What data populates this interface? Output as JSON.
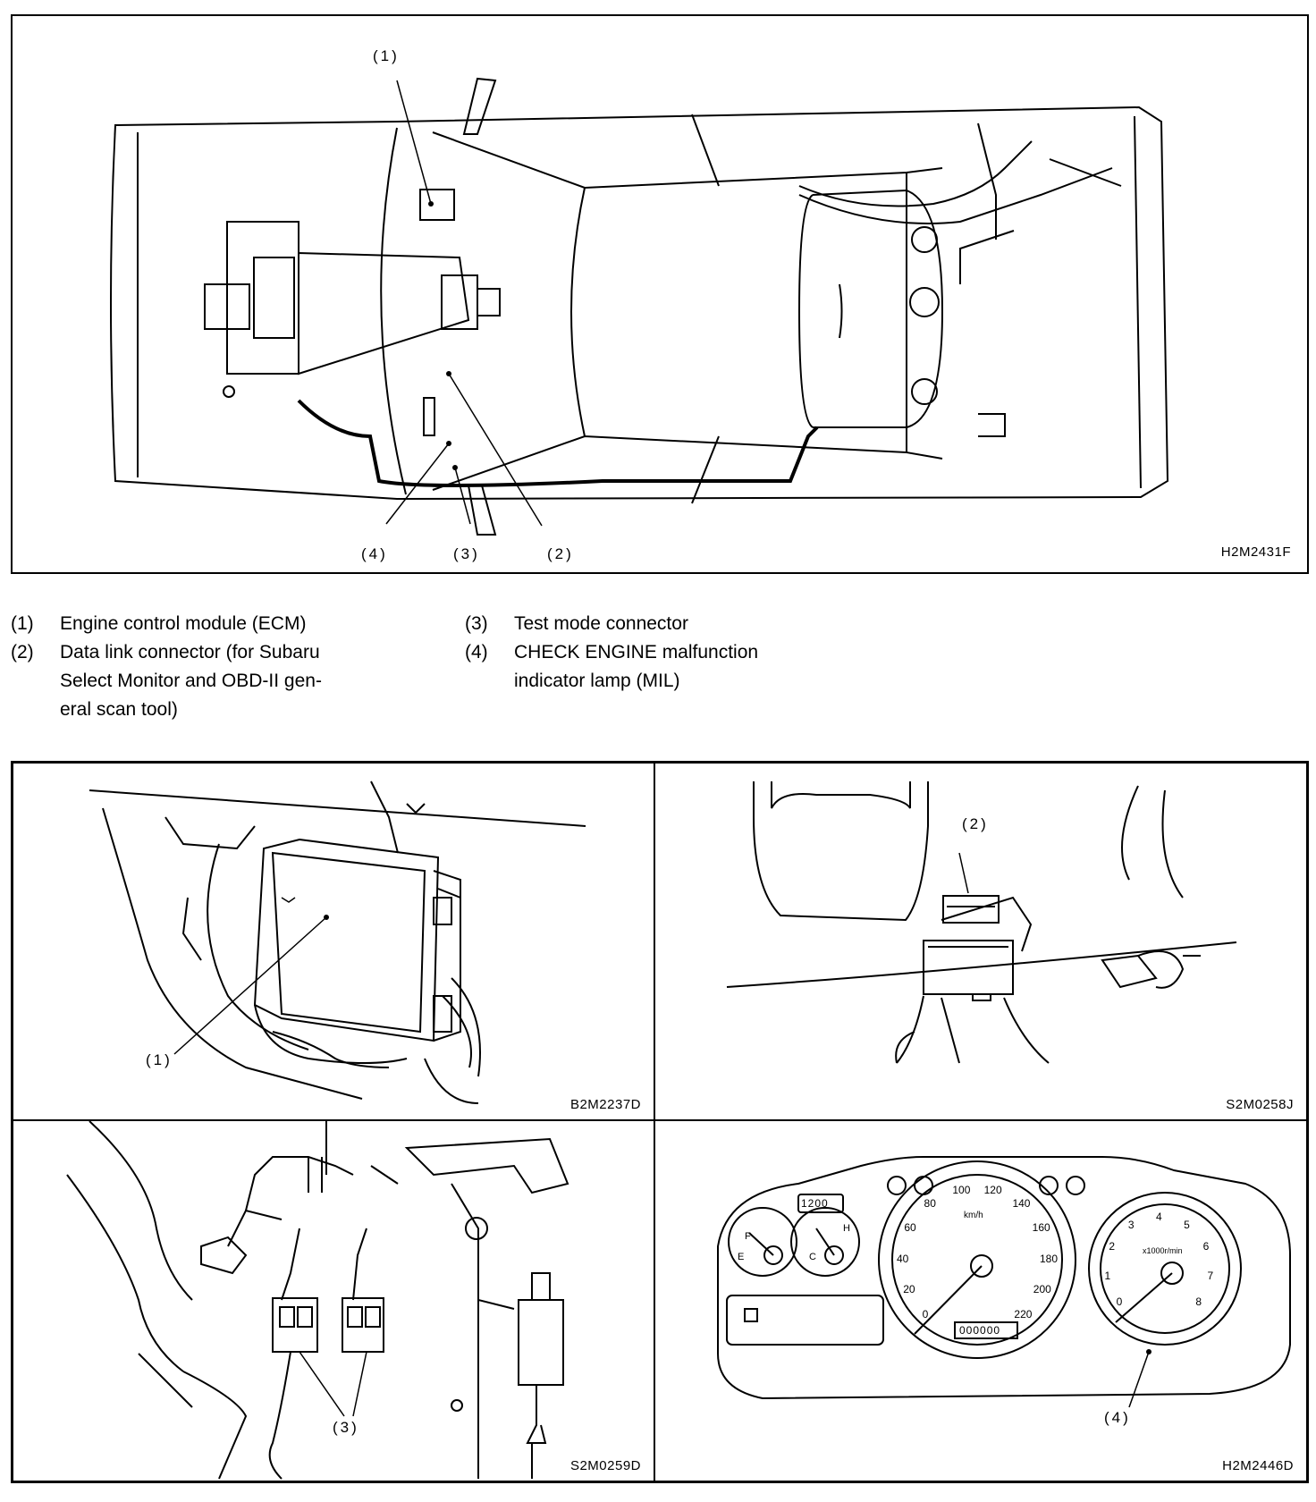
{
  "top_diagram": {
    "code": "H2M2431F",
    "callouts": {
      "c1": "(1)",
      "c2": "(2)",
      "c3": "(3)",
      "c4": "(4)"
    }
  },
  "legend": [
    {
      "num": "(1)",
      "lines": [
        "Engine control module (ECM)"
      ]
    },
    {
      "num": "(2)",
      "lines": [
        "Data link connector (for Subaru",
        "Select Monitor and OBD-II gen-",
        "eral scan tool)"
      ]
    },
    {
      "num": "(3)",
      "lines": [
        "Test mode connector"
      ]
    },
    {
      "num": "(4)",
      "lines": [
        "CHECK ENGINE malfunction",
        "indicator lamp (MIL)"
      ]
    }
  ],
  "panels": {
    "ecm": {
      "code": "B2M2237D",
      "callout": "(1)"
    },
    "data_link": {
      "code": "S2M0258J",
      "callout": "(2)"
    },
    "test_mode": {
      "code": "S2M0259D",
      "callout": "(3)"
    },
    "cluster": {
      "code": "H2M2446D",
      "callout": "(4)",
      "odometer": "000000",
      "trip": "1200",
      "speed_ticks": [
        "0",
        "20",
        "40",
        "60",
        "80",
        "100",
        "120",
        "140",
        "160",
        "180",
        "200",
        "220"
      ],
      "speed_unit": "km/h",
      "tach_ticks": [
        "0",
        "1",
        "2",
        "3",
        "4",
        "5",
        "6",
        "7",
        "8"
      ],
      "tach_unit": "x1000r/min",
      "fuel_marks": [
        "F",
        "E"
      ],
      "temp_marks": [
        "H",
        "C"
      ]
    }
  }
}
